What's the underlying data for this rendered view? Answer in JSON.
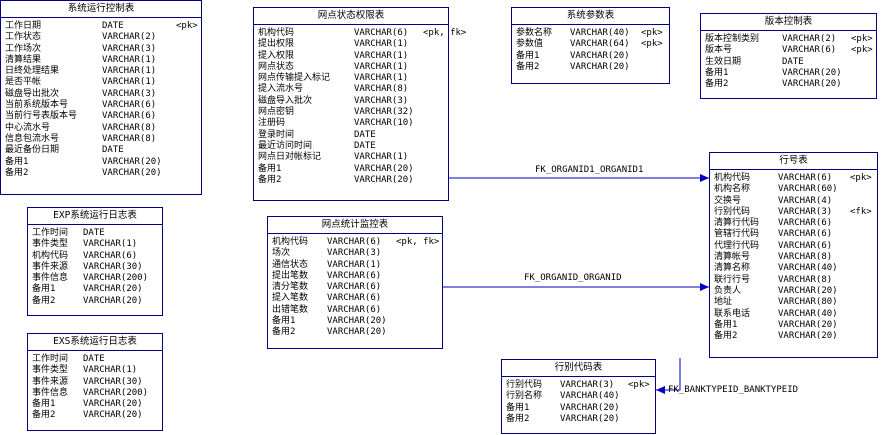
{
  "entities": [
    {
      "title": "系统运行控制表",
      "attributes": [
        {
          "name": "工作日期",
          "type": "DATE",
          "key": "<pk>"
        },
        {
          "name": "工作状态",
          "type": "VARCHAR(2)",
          "key": ""
        },
        {
          "name": "工作场次",
          "type": "VARCHAR(3)",
          "key": ""
        },
        {
          "name": "清算结果",
          "type": "VARCHAR(1)",
          "key": ""
        },
        {
          "name": "日终处理结果",
          "type": "VARCHAR(1)",
          "key": ""
        },
        {
          "name": "是否平帐",
          "type": "VARCHAR(1)",
          "key": ""
        },
        {
          "name": "磁盘导出批次",
          "type": "VARCHAR(3)",
          "key": ""
        },
        {
          "name": "当前系统版本号",
          "type": "VARCHAR(6)",
          "key": ""
        },
        {
          "name": "当前行号表版本号",
          "type": "VARCHAR(6)",
          "key": ""
        },
        {
          "name": "中心流水号",
          "type": "VARCHAR(8)",
          "key": ""
        },
        {
          "name": "信息包流水号",
          "type": "VARCHAR(8)",
          "key": ""
        },
        {
          "name": "最近备份日期",
          "type": "DATE",
          "key": ""
        },
        {
          "name": "备用1",
          "type": "VARCHAR(20)",
          "key": ""
        },
        {
          "name": "备用2",
          "type": "VARCHAR(20)",
          "key": ""
        }
      ]
    },
    {
      "title": "EXP系统运行日志表",
      "attributes": [
        {
          "name": "工作时间",
          "type": "DATE",
          "key": ""
        },
        {
          "name": "事件类型",
          "type": "VARCHAR(1)",
          "key": ""
        },
        {
          "name": "机构代码",
          "type": "VARCHAR(6)",
          "key": ""
        },
        {
          "name": "事件来源",
          "type": "VARCHAR(30)",
          "key": ""
        },
        {
          "name": "事件信息",
          "type": "VARCHAR(200)",
          "key": ""
        },
        {
          "name": "备用1",
          "type": "VARCHAR(20)",
          "key": ""
        },
        {
          "name": "备用2",
          "type": "VARCHAR(20)",
          "key": ""
        }
      ]
    },
    {
      "title": "EXS系统运行日志表",
      "attributes": [
        {
          "name": "工作时间",
          "type": "DATE",
          "key": ""
        },
        {
          "name": "事件类型",
          "type": "VARCHAR(1)",
          "key": ""
        },
        {
          "name": "事件来源",
          "type": "VARCHAR(30)",
          "key": ""
        },
        {
          "name": "事件信息",
          "type": "VARCHAR(200)",
          "key": ""
        },
        {
          "name": "备用1",
          "type": "VARCHAR(20)",
          "key": ""
        },
        {
          "name": "备用2",
          "type": "VARCHAR(20)",
          "key": ""
        }
      ]
    },
    {
      "title": "网点状态权限表",
      "attributes": [
        {
          "name": "机构代码",
          "type": "VARCHAR(6)",
          "key": "<pk, fk>"
        },
        {
          "name": "提出权限",
          "type": "VARCHAR(1)",
          "key": ""
        },
        {
          "name": "提入权限",
          "type": "VARCHAR(1)",
          "key": ""
        },
        {
          "name": "网点状态",
          "type": "VARCHAR(1)",
          "key": ""
        },
        {
          "name": "网点传输提入标记",
          "type": "VARCHAR(1)",
          "key": ""
        },
        {
          "name": "提入流水号",
          "type": "VARCHAR(8)",
          "key": ""
        },
        {
          "name": "磁盘导入批次",
          "type": "VARCHAR(3)",
          "key": ""
        },
        {
          "name": "网点密钥",
          "type": "VARCHAR(32)",
          "key": ""
        },
        {
          "name": "注册码",
          "type": "VARCHAR(10)",
          "key": ""
        },
        {
          "name": "登录时间",
          "type": "DATE",
          "key": ""
        },
        {
          "name": "最近访问时间",
          "type": "DATE",
          "key": ""
        },
        {
          "name": "网点日对帐标记",
          "type": "VARCHAR(1)",
          "key": ""
        },
        {
          "name": "备用1",
          "type": "VARCHAR(20)",
          "key": ""
        },
        {
          "name": "备用2",
          "type": "VARCHAR(20)",
          "key": ""
        }
      ]
    },
    {
      "title": "网点统计监控表",
      "attributes": [
        {
          "name": "机构代码",
          "type": "VARCHAR(6)",
          "key": "<pk, fk>"
        },
        {
          "name": "场次",
          "type": "VARCHAR(3)",
          "key": ""
        },
        {
          "name": "通信状态",
          "type": "VARCHAR(1)",
          "key": ""
        },
        {
          "name": "提出笔数",
          "type": "VARCHAR(6)",
          "key": ""
        },
        {
          "name": "清分笔数",
          "type": "VARCHAR(6)",
          "key": ""
        },
        {
          "name": "提入笔数",
          "type": "VARCHAR(6)",
          "key": ""
        },
        {
          "name": "出错笔数",
          "type": "VARCHAR(6)",
          "key": ""
        },
        {
          "name": "备用1",
          "type": "VARCHAR(20)",
          "key": ""
        },
        {
          "name": "备用2",
          "type": "VARCHAR(20)",
          "key": ""
        }
      ]
    },
    {
      "title": "系统参数表",
      "attributes": [
        {
          "name": "参数名称",
          "type": "VARCHAR(40)",
          "key": "<pk>"
        },
        {
          "name": "参数值",
          "type": "VARCHAR(64)",
          "key": "<pk>"
        },
        {
          "name": "备用1",
          "type": "VARCHAR(20)",
          "key": ""
        },
        {
          "name": "备用2",
          "type": "VARCHAR(20)",
          "key": ""
        }
      ]
    },
    {
      "title": "版本控制表",
      "attributes": [
        {
          "name": "版本控制类别",
          "type": "VARCHAR(2)",
          "key": "<pk>"
        },
        {
          "name": "版本号",
          "type": "VARCHAR(6)",
          "key": "<pk>"
        },
        {
          "name": "生效日期",
          "type": "DATE",
          "key": ""
        },
        {
          "name": "备用1",
          "type": "VARCHAR(20)",
          "key": ""
        },
        {
          "name": "备用2",
          "type": "VARCHAR(20)",
          "key": ""
        }
      ]
    },
    {
      "title": "行号表",
      "attributes": [
        {
          "name": "机构代码",
          "type": "VARCHAR(6)",
          "key": "<pk>"
        },
        {
          "name": "机构名称",
          "type": "VARCHAR(60)",
          "key": ""
        },
        {
          "name": "交换号",
          "type": "VARCHAR(4)",
          "key": ""
        },
        {
          "name": "行别代码",
          "type": "VARCHAR(3)",
          "key": "<fk>"
        },
        {
          "name": "清算行代码",
          "type": "VARCHAR(6)",
          "key": ""
        },
        {
          "name": "管辖行代码",
          "type": "VARCHAR(6)",
          "key": ""
        },
        {
          "name": "代理行代码",
          "type": "VARCHAR(6)",
          "key": ""
        },
        {
          "name": "清算帐号",
          "type": "VARCHAR(8)",
          "key": ""
        },
        {
          "name": "清算名称",
          "type": "VARCHAR(40)",
          "key": ""
        },
        {
          "name": "联行行号",
          "type": "VARCHAR(8)",
          "key": ""
        },
        {
          "name": "负责人",
          "type": "VARCHAR(20)",
          "key": ""
        },
        {
          "name": "地址",
          "type": "VARCHAR(80)",
          "key": ""
        },
        {
          "name": "联系电话",
          "type": "VARCHAR(40)",
          "key": ""
        },
        {
          "name": "备用1",
          "type": "VARCHAR(20)",
          "key": ""
        },
        {
          "name": "备用2",
          "type": "VARCHAR(20)",
          "key": ""
        }
      ]
    },
    {
      "title": "行别代码表",
      "attributes": [
        {
          "name": "行别代码",
          "type": "VARCHAR(3)",
          "key": "<pk>"
        },
        {
          "name": "行别名称",
          "type": "VARCHAR(40)",
          "key": ""
        },
        {
          "name": "备用1",
          "type": "VARCHAR(20)",
          "key": ""
        },
        {
          "name": "备用2",
          "type": "VARCHAR(20)",
          "key": ""
        }
      ]
    }
  ],
  "relationships": [
    {
      "label": "FK_ORGANID1_ORGANID1"
    },
    {
      "label": "FK_ORGANID_ORGANID"
    },
    {
      "label": "FK_BANKTYPEID_BANKTYPEID"
    }
  ],
  "colors": {
    "border": "#000080",
    "line": "#0000c0"
  }
}
